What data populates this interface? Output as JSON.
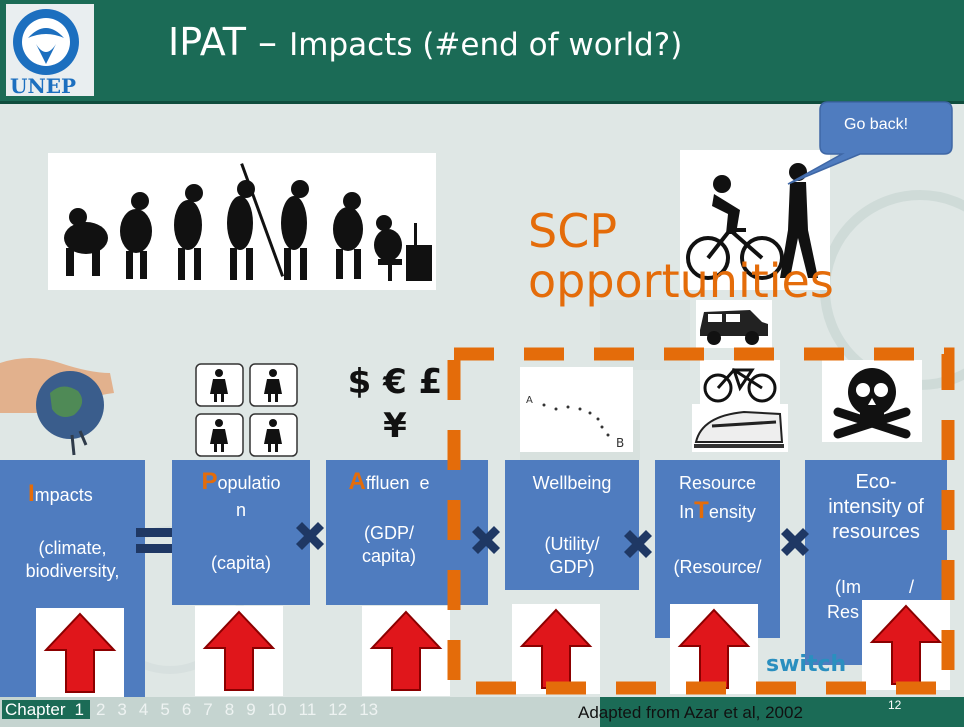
{
  "header": {
    "title_main": "IPAT – ",
    "title_sub": "Impacts (#end of world?)",
    "logo_text": "UNEP",
    "header_color": "#1b6b56"
  },
  "callout": {
    "text": "Go back!"
  },
  "scp_label": {
    "line1": "SCP",
    "line2": "opportunities"
  },
  "currency_symbols": {
    "row1": "$ € £",
    "row2": "¥"
  },
  "equals_sign": "=",
  "factors": [
    {
      "letter": "I",
      "rest": "mpacts",
      "detail1": "(climate,",
      "detail2": "biodiversity,"
    },
    {
      "letter": "P",
      "rest": "opulatio",
      "rest2": "n",
      "detail1": "(capita)"
    },
    {
      "letter": "A",
      "rest": "ffluen",
      "rest_tail": "e",
      "detail1": "(GDP/",
      "detail2": "capita)"
    },
    {
      "title": "Wellbeing",
      "detail1": "(Utility/",
      "detail2": "GDP)"
    },
    {
      "title": "Resource",
      "line2_pre": "In",
      "letter": "T",
      "line2_post": "ensity",
      "detail1": "(Resource/"
    },
    {
      "title1": "Eco-",
      "title2": "intensity of",
      "title3": "resources",
      "detail1": "(Im",
      "detail1_tail": "/",
      "detail2": "Res"
    }
  ],
  "switch_logo": "switch",
  "footer": {
    "chapter_label": "Chapter",
    "chapters": [
      "1",
      "2",
      "3",
      "4",
      "5",
      "6",
      "7",
      "8",
      "9",
      "10",
      "11",
      "12",
      "13"
    ],
    "current_chapter": "1",
    "credit": "Adapted from Azar et al, 2002",
    "page_number": "12"
  },
  "colors": {
    "box_blue": "#4f7cbf",
    "accent_orange": "#e46c0a",
    "arrow_red": "#e0161b",
    "x_navy": "#1f3864"
  }
}
